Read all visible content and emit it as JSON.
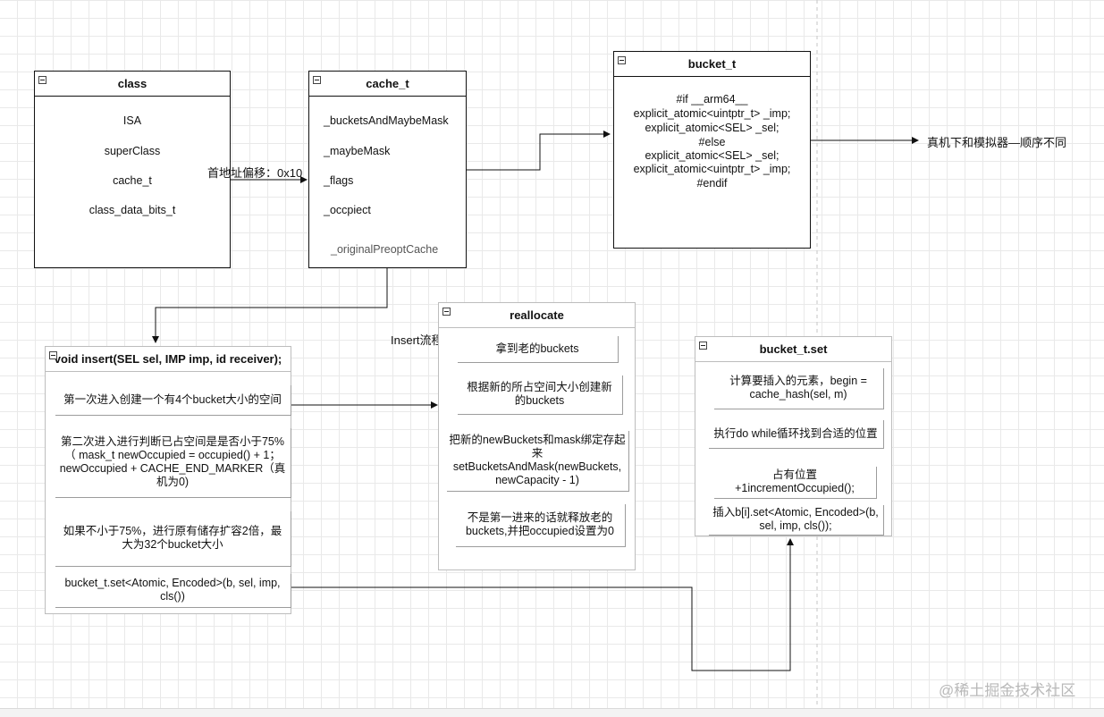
{
  "class_box": {
    "title": "class",
    "items": [
      "ISA",
      "superClass",
      "cache_t",
      "class_data_bits_t"
    ]
  },
  "cache_box": {
    "title": "cache_t",
    "items": [
      "_bucketsAndMaybeMask",
      "_maybeMask",
      "_flags",
      "_occpiect",
      "_originalPreoptCache"
    ]
  },
  "bucket_box": {
    "title": "bucket_t",
    "lines": [
      "#if __arm64__",
      "explicit_atomic<uintptr_t> _imp;",
      "explicit_atomic<SEL> _sel;",
      "#else",
      "explicit_atomic<SEL> _sel;",
      "explicit_atomic<uintptr_t> _imp;",
      "#endif"
    ]
  },
  "labels": {
    "offset": "首地址偏移：0x10",
    "order_note": "真机下和模拟器—顺序不同",
    "insert_flow": "Insert流程"
  },
  "insert_box": {
    "title": "void insert(SEL sel, IMP imp, id receiver);",
    "rows": [
      "第一次进入创建一个有4个bucket大小的空间",
      "第二次进入进行判断已占空间是是否小于75% （ mask_t newOccupied = occupied() + 1； newOccupied + CACHE_END_MARKER（真机为0)",
      "如果不小于75%，进行原有储存扩容2倍，最大为32个bucket大小",
      "bucket_t.set<Atomic, Encoded>(b, sel, imp, cls())"
    ]
  },
  "reallocate_box": {
    "title": "reallocate",
    "rows": [
      "拿到老的buckets",
      "根据新的所占空间大小创建新的buckets",
      "把新的newBuckets和mask绑定存起来 setBucketsAndMask(newBuckets, newCapacity - 1)",
      "不是第一进来的话就释放老的buckets,并把occupied设置为0"
    ]
  },
  "bucket_set_box": {
    "title": "bucket_t.set",
    "rows": [
      "计算要插入的元素，begin = cache_hash(sel, m)",
      "执行do while循环找到合适的位置",
      "占有位置 +1incrementOccupied();",
      "插入b[i].set<Atomic, Encoded>(b, sel, imp, cls());"
    ]
  },
  "watermark": "@稀土掘金技术社区"
}
